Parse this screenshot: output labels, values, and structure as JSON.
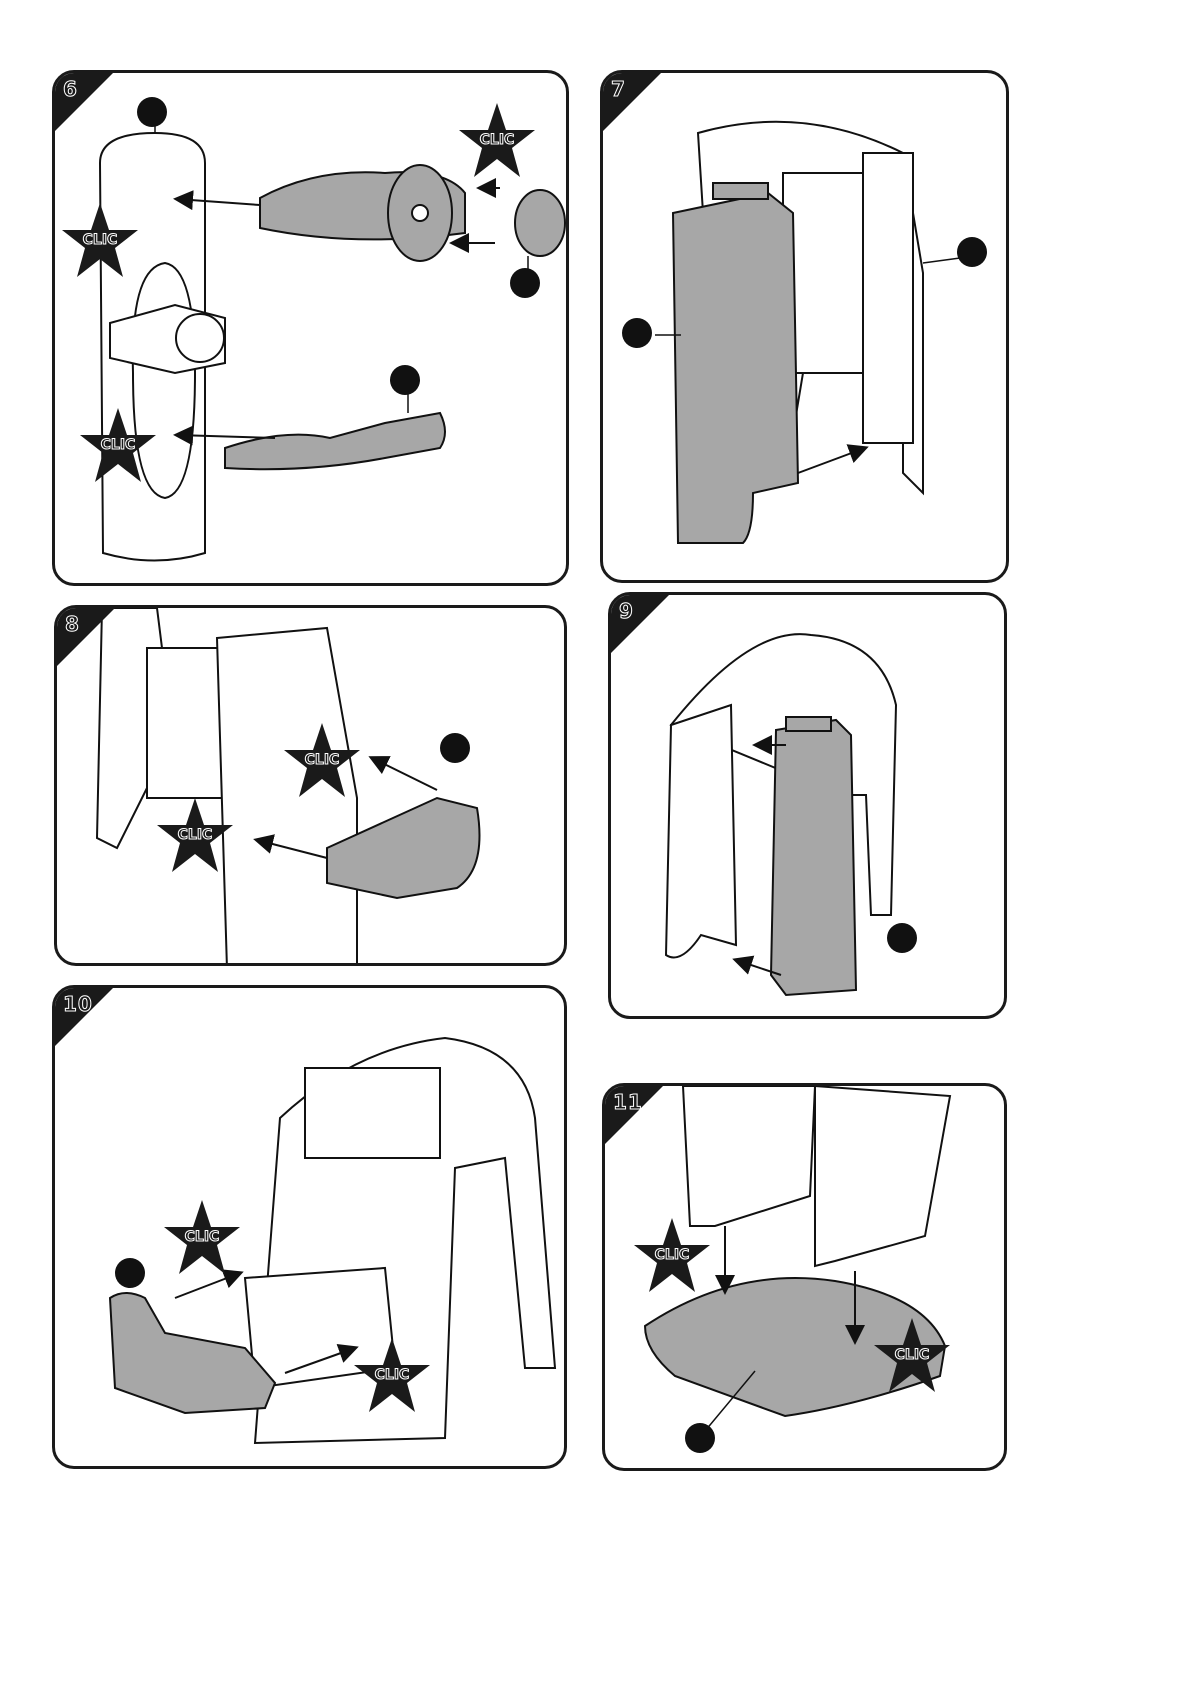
{
  "steps": [
    {
      "number": "6"
    },
    {
      "number": "7"
    },
    {
      "number": "8"
    },
    {
      "number": "9"
    },
    {
      "number": "10"
    },
    {
      "number": "11"
    }
  ],
  "clic_label": "CLIC",
  "colors": {
    "ink": "#1a1a1a",
    "part_grey": "#a7a7a7",
    "background": "#ffffff"
  }
}
